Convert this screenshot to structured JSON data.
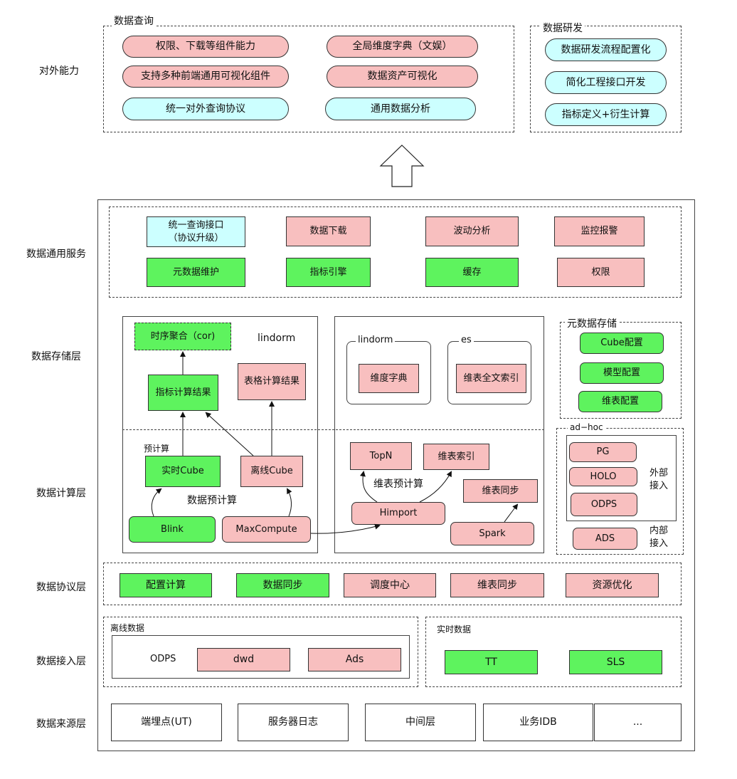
{
  "sides": {
    "external": "对外能力",
    "service": "数据通用服务",
    "storage": "数据存储层",
    "compute": "数据计算层",
    "protocol": "数据协议层",
    "ingest": "数据接入层",
    "source": "数据来源层"
  },
  "query": {
    "title": "数据查询",
    "items": [
      "权限、下载等组件能力",
      "全局维度字典（文娱）",
      "支持多种前端通用可视化组件",
      "数据资产可视化",
      "统一对外查询协议",
      "通用数据分析"
    ]
  },
  "dev": {
    "title": "数据研发",
    "items": [
      "数据研发流程配置化",
      "简化工程接口开发",
      "指标定义+衍生计算"
    ]
  },
  "service": {
    "items": [
      "统一查询接口\n（协议升级）",
      "数据下载",
      "波动分析",
      "监控报警",
      "元数据维护",
      "指标引擎",
      "缓存",
      "权限"
    ]
  },
  "left": {
    "ts": "时序聚合（cor)",
    "lindorm": "lindorm",
    "metric": "指标计算结果",
    "table": "表格计算结果",
    "precalc": "预计算",
    "rtcube": "实时Cube",
    "offcube": "离线Cube",
    "dataprecalc": "数据预计算",
    "blink": "Blink",
    "maxcompute": "MaxCompute"
  },
  "mid": {
    "lindorm": "lindorm",
    "dict": "维度字典",
    "es": "es",
    "fulltext": "维表全文索引",
    "topn": "TopN",
    "dimindex": "维表索引",
    "dimprecalc": "维表预计算",
    "dimsync": "维表同步",
    "himport": "Himport",
    "spark": "Spark"
  },
  "meta": {
    "title": "元数据存储",
    "items": [
      "Cube配置",
      "模型配置",
      "维表配置"
    ]
  },
  "adhoc": {
    "title": "ad−hoc",
    "pg": "PG",
    "holo": "HOLO",
    "odps": "ODPS",
    "external": "外部\n接入",
    "ads": "ADS",
    "internal": "内部\n接入"
  },
  "protocol": {
    "items": [
      "配置计算",
      "数据同步",
      "调度中心",
      "维表同步",
      "资源优化"
    ]
  },
  "offline": {
    "title": "离线数据",
    "odps": "ODPS",
    "dwd": "dwd",
    "ads": "Ads"
  },
  "realtime": {
    "title": "实时数据",
    "tt": "TT",
    "sls": "SLS"
  },
  "sources": [
    "端埋点(UT)",
    "服务器日志",
    "中间层",
    "业务IDB",
    "..."
  ],
  "colors": {
    "pink": "#f8bfbf",
    "green": "#5ef35e",
    "cyan": "#ccffff"
  }
}
